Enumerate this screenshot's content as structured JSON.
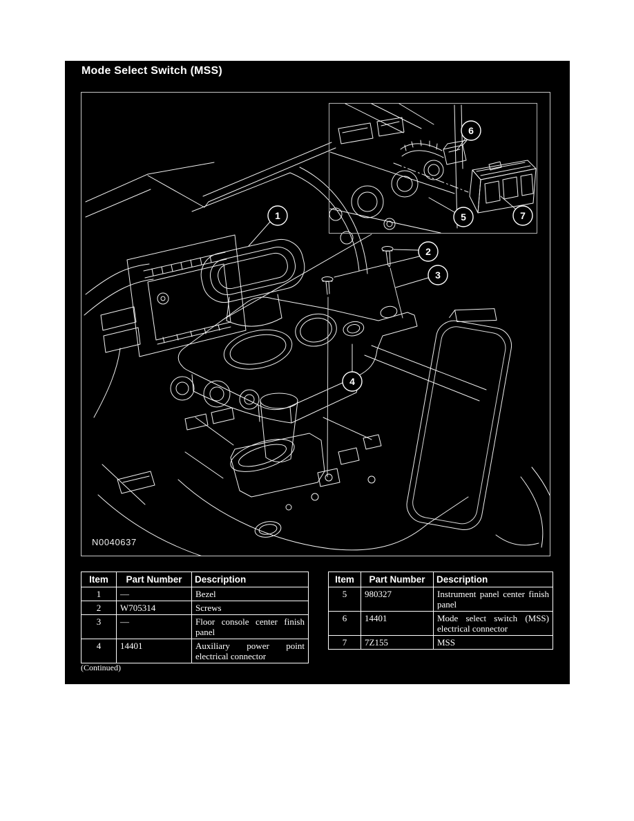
{
  "title": "Mode Select Switch (MSS)",
  "figure": {
    "label": "N0040637",
    "callouts": {
      "c1": "1",
      "c2": "2",
      "c3": "3",
      "c4": "4",
      "c5": "5",
      "c6": "6",
      "c7": "7"
    }
  },
  "parts_tables": {
    "headers": {
      "item": "Item",
      "part_number": "Part Number",
      "description": "Description"
    },
    "left_rows": [
      {
        "item": "1",
        "part": "—",
        "desc": "Bezel"
      },
      {
        "item": "2",
        "part": "W705314",
        "desc": "Screws"
      },
      {
        "item": "3",
        "part": "—",
        "desc": "Floor console center finish panel"
      },
      {
        "item": "4",
        "part": "14401",
        "desc": "Auxiliary power point electrical connector"
      }
    ],
    "right_rows": [
      {
        "item": "5",
        "part": "980327",
        "desc": "Instrument panel center finish panel"
      },
      {
        "item": "6",
        "part": "14401",
        "desc": "Mode select switch (MSS) electrical connector"
      },
      {
        "item": "7",
        "part": "7Z155",
        "desc": "MSS"
      }
    ],
    "continued": "(Continued)"
  },
  "colors": {
    "page_bg": "#ffffff",
    "panel_bg": "#000000",
    "line": "#f2f2f2",
    "text": "#ffffff"
  }
}
